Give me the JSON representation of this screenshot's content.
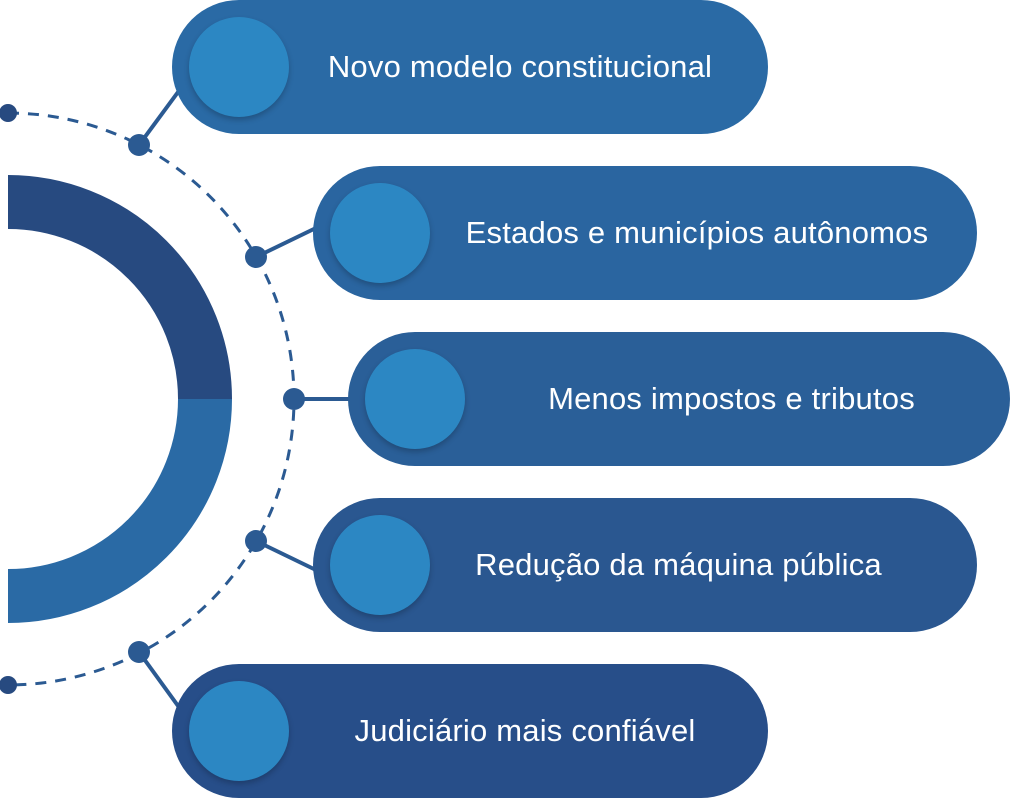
{
  "items": [
    {
      "label": "Novo modelo constitucional"
    },
    {
      "label": "Estados e municípios autônomos"
    },
    {
      "label": "Menos impostos e tributos"
    },
    {
      "label": "Redução da máquina pública"
    },
    {
      "label": "Judiciário mais confiável"
    }
  ],
  "colors": {
    "ring_top": "#274a80",
    "ring_bottom": "#2a6aa5",
    "connector": "#2b5a92",
    "inner_circle": "#2c87c3"
  }
}
